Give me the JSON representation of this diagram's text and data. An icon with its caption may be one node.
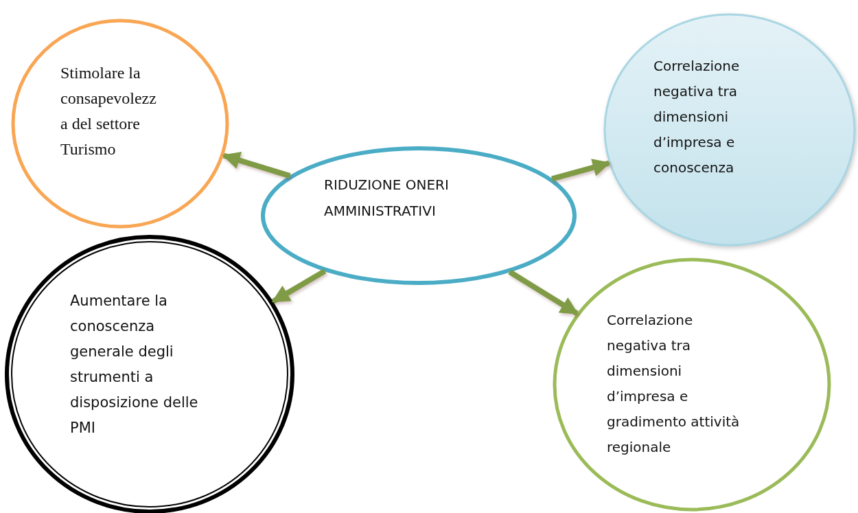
{
  "diagram": {
    "nodes": [
      {
        "text": [
          "Stimolare la consapevolezza del settore Turismo"
        ]
      },
      {
        "text": [
          "RIDUZIONE ONERI AMMINISTRATIVI"
        ]
      },
      {
        "text": [
          "Correlazione negativa tra dimensioni d’impresa e conoscenza"
        ]
      },
      {
        "text": [
          "Aumentare la conoscenza generale degli strumenti a disposizione delle PMI"
        ]
      },
      {
        "text": [
          "Correlazione negativa tra dimensioni d’impresa e gradimento attività regionale"
        ]
      }
    ],
    "edges": [
      {
        "from": 1,
        "to": 0,
        "arrow": "to"
      },
      {
        "from": 1,
        "to": 2,
        "arrow": "to"
      },
      {
        "from": 1,
        "to": 3,
        "arrow": "to"
      },
      {
        "from": 1,
        "to": 4,
        "arrow": "to"
      }
    ]
  }
}
